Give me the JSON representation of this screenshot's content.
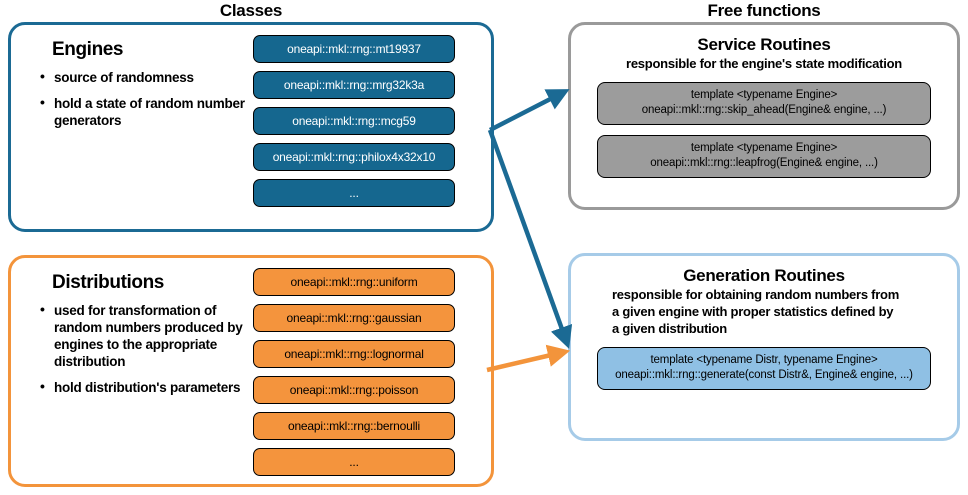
{
  "headings": {
    "classes": "Classes",
    "free_functions": "Free functions"
  },
  "colors": {
    "engine_blue": "#15678F",
    "engine_frame": "#1B6A94",
    "distribution_orange": "#F4943D",
    "distribution_frame": "#F3943B",
    "service_frame": "#9A9A9A",
    "service_box": "#9C9C9C",
    "generation_frame": "#A6CBE8",
    "generation_box": "#8FC0E4",
    "arrow_blue": "#1B6A94",
    "arrow_orange": "#F3943B"
  },
  "engines": {
    "title": "Engines",
    "bullets": [
      "source of randomness",
      "hold a state of random number generators"
    ],
    "items": [
      "oneapi::mkl::rng::mt19937",
      "oneapi::mkl::rng::mrg32k3a",
      "oneapi::mkl::rng::mcg59",
      "oneapi::mkl::rng::philox4x32x10",
      "..."
    ]
  },
  "distributions": {
    "title": "Distributions",
    "bullets": [
      "used for transformation of random numbers produced by engines to the appropriate distribution",
      "hold distribution's parameters"
    ],
    "items": [
      "oneapi::mkl::rng::uniform",
      "oneapi::mkl::rng::gaussian",
      "oneapi::mkl::rng::lognormal",
      "oneapi::mkl::rng::poisson",
      "oneapi::mkl::rng::bernoulli",
      "..."
    ]
  },
  "service_routines": {
    "title": "Service Routines",
    "subtitle": "responsible for the engine's state modification",
    "code_boxes": [
      {
        "line1": "template <typename Engine>",
        "line2": "oneapi::mkl::rng::skip_ahead(Engine& engine, ...)"
      },
      {
        "line1": "template <typename Engine>",
        "line2": "oneapi::mkl::rng::leapfrog(Engine& engine, ...)"
      }
    ]
  },
  "generation_routines": {
    "title": "Generation Routines",
    "subtitle_lines": [
      "responsible for obtaining random numbers from",
      "a given engine with proper statistics defined by",
      "a given distribution"
    ],
    "code_boxes": [
      {
        "line1": "template <typename Distr, typename Engine>",
        "line2": "oneapi::mkl::rng::generate(const Distr&, Engine& engine, ...)"
      }
    ]
  }
}
